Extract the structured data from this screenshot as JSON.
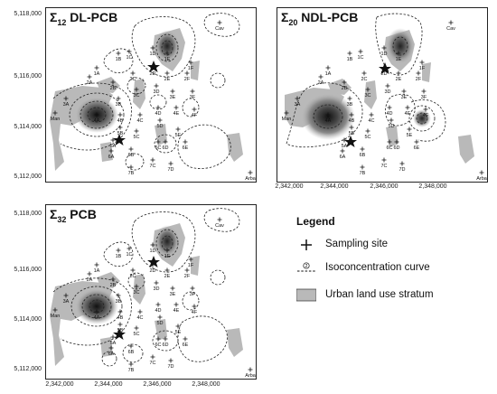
{
  "panels": [
    {
      "id": "dl",
      "title_main": "Σ",
      "title_sub": "12",
      "title_rest": " DL-PCB",
      "sites": [
        "1A",
        "1B",
        "1C",
        "1D",
        "1E",
        "1F",
        "2A",
        "2B",
        "2C",
        "2D",
        "2E",
        "2F",
        "3A",
        "3B",
        "3C",
        "3D",
        "3E",
        "3F",
        "4A",
        "4B",
        "4C",
        "4D",
        "4E",
        "4F",
        "5A",
        "5B",
        "5C",
        "5D",
        "5E",
        "6A",
        "6B",
        "6C",
        "6D",
        "6E",
        "7B",
        "7C",
        "7D",
        "Man",
        "Cav",
        "Arba"
      ]
    },
    {
      "id": "ndl",
      "title_main": "Σ",
      "title_sub": "20",
      "title_rest": " NDL-PCB",
      "sites": [
        "1A",
        "1B",
        "1C",
        "1D",
        "1E",
        "1F",
        "2A",
        "2B",
        "2C",
        "2D",
        "2E",
        "2F",
        "3A",
        "3B",
        "3C",
        "3D",
        "3E",
        "3F",
        "4A",
        "4B",
        "4C",
        "4D",
        "4E",
        "4F",
        "5A",
        "5B",
        "5C",
        "5D",
        "5E",
        "6A",
        "6B",
        "6C",
        "6D",
        "6E",
        "7B",
        "7C",
        "7D",
        "Man",
        "Cav",
        "Arba"
      ]
    },
    {
      "id": "total",
      "title_main": "Σ",
      "title_sub": "32",
      "title_rest": " PCB",
      "sites": [
        "1A",
        "1B",
        "1C",
        "1D",
        "1E",
        "1F",
        "2A",
        "2B",
        "2C",
        "2D",
        "2E",
        "2F",
        "3A",
        "3B",
        "3C",
        "3D",
        "3E",
        "3F",
        "4A",
        "4B",
        "4C",
        "4D",
        "4E",
        "4F",
        "5A",
        "5B",
        "5C",
        "5D",
        "5E",
        "6A",
        "6B",
        "6C",
        "6D",
        "6E",
        "7B",
        "7C",
        "7D",
        "Man",
        "Cav",
        "Arba"
      ]
    }
  ],
  "y_ticks": [
    "5,118,000",
    "5,116,000",
    "5,114,000",
    "5,112,000"
  ],
  "x_ticks": [
    "2,342,000",
    "2,344,000",
    "2,346,000",
    "2,348,000"
  ],
  "legend": {
    "title": "Legend",
    "items": [
      {
        "symbol": "plus",
        "label": "Sampling site"
      },
      {
        "symbol": "dashed-line",
        "label": "Isoconcentration curve"
      },
      {
        "symbol": "grey-box",
        "label": "Urban land use stratum"
      }
    ],
    "isoline_example_label": "2"
  },
  "colors": {
    "urban": "#b9b9b9",
    "hotspot_dark": "#2b2b2b",
    "contour": "#222222",
    "frame": "#222222"
  }
}
